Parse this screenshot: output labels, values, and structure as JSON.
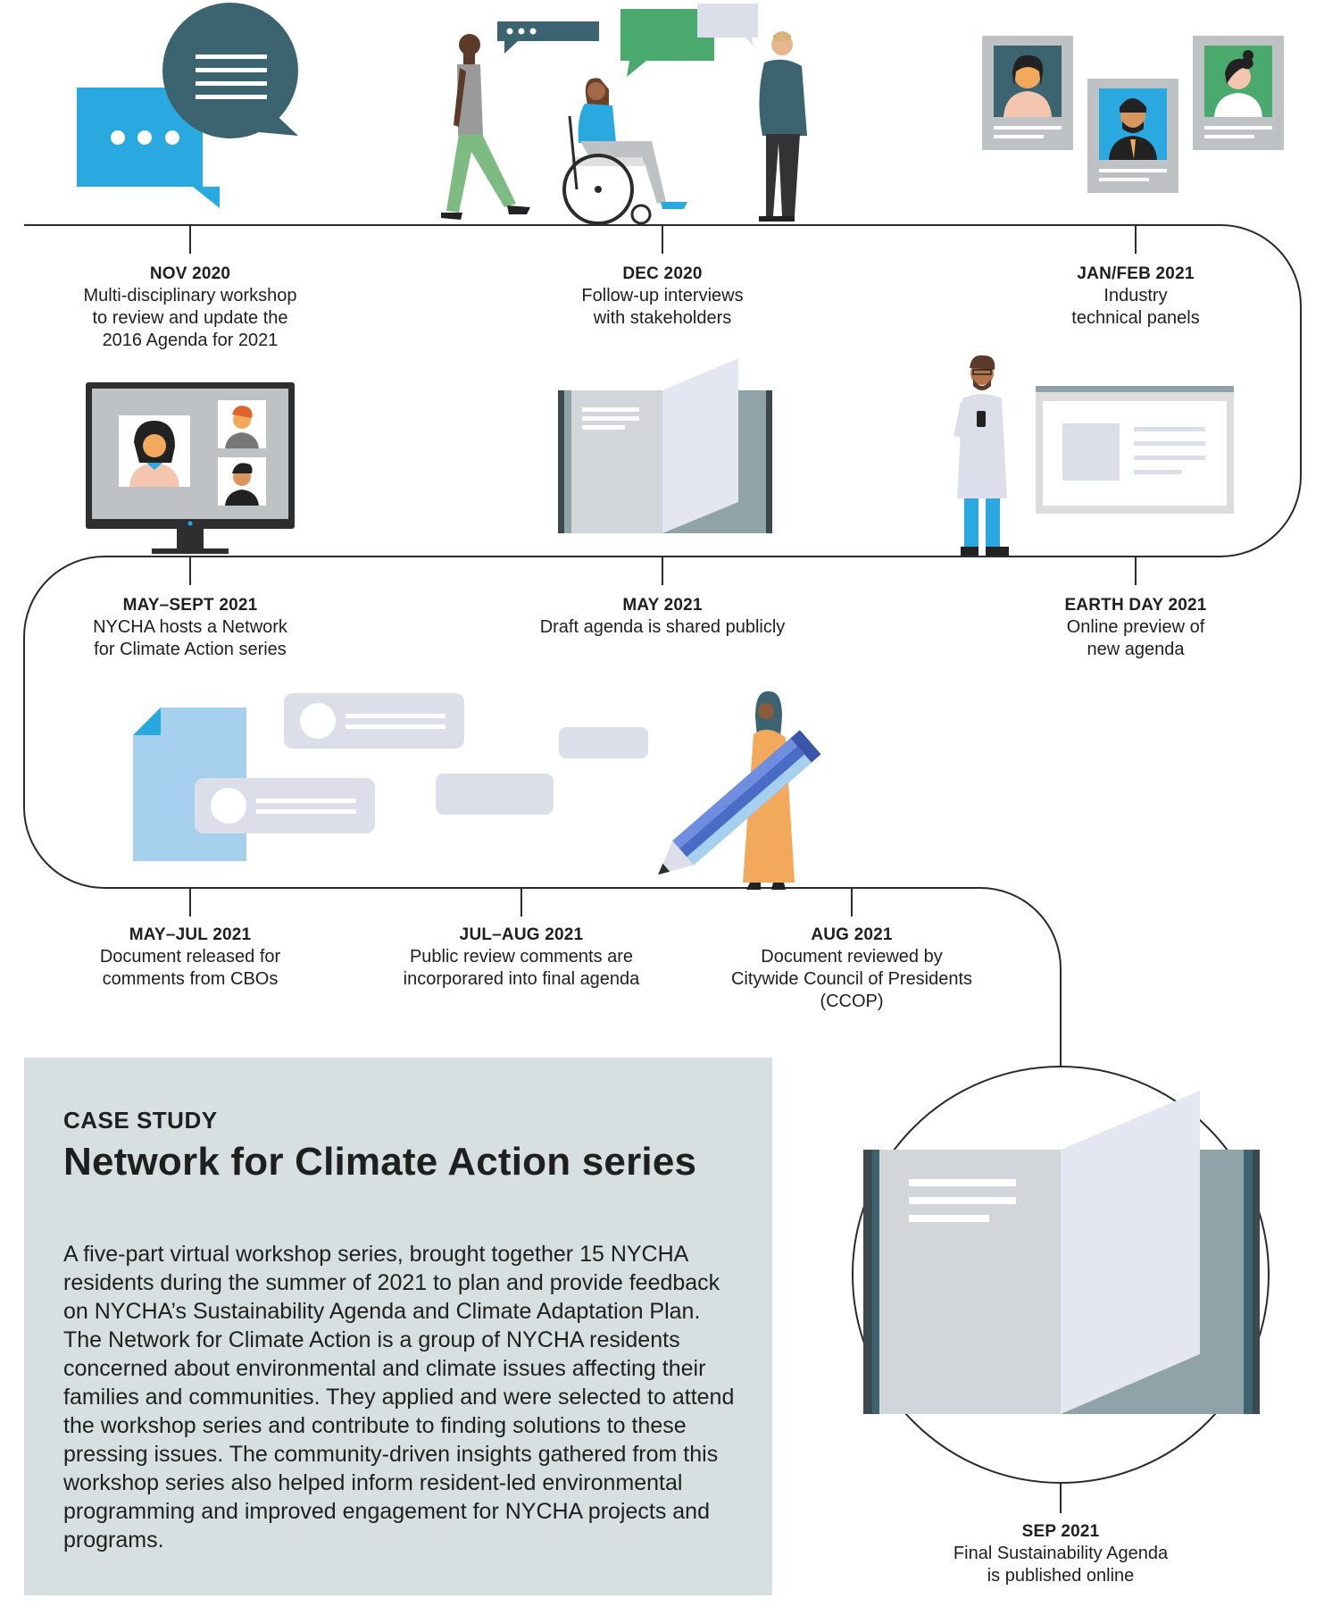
{
  "milestones": [
    {
      "id": "nov-2020",
      "date": "NOV 2020",
      "text": "Multi-disciplinary workshop\nto review and update the\n2016 Agenda for 2021"
    },
    {
      "id": "dec-2020",
      "date": "DEC 2020",
      "text": "Follow-up interviews\nwith stakeholders"
    },
    {
      "id": "jan-feb-2021",
      "date": "JAN/FEB 2021",
      "text": "Industry\ntechnical panels"
    },
    {
      "id": "may-sept-2021",
      "date": "MAY–SEPT 2021",
      "text": "NYCHA hosts a Network\nfor Climate Action series"
    },
    {
      "id": "may-2021",
      "date": "MAY 2021",
      "text": "Draft agenda is shared publicly"
    },
    {
      "id": "earth-day-2021",
      "date": "EARTH DAY 2021",
      "text": "Online preview of\nnew agenda"
    },
    {
      "id": "may-jul-2021",
      "date": "MAY–JUL 2021",
      "text": "Document released for\ncomments from CBOs"
    },
    {
      "id": "jul-aug-2021",
      "date": "JUL–AUG 2021",
      "text": "Public review comments are\nincorporared into final agenda"
    },
    {
      "id": "aug-2021",
      "date": "AUG 2021",
      "text": "Document reviewed by\nCitywide Council of Presidents\n(CCOP)"
    },
    {
      "id": "sep-2021",
      "date": "SEP 2021",
      "text": "Final Sustainability Agenda\nis published online"
    }
  ],
  "case_study": {
    "label": "CASE STUDY",
    "title": "Network for Climate Action series",
    "body": "A five-part virtual workshop series, brought together 15 NYCHA residents during the summer of 2021 to plan and provide feedback on NYCHA’s Sustainability Agenda and Climate Adaptation Plan. The Network for Climate Action is a group of NYCHA residents concerned about environmental and climate issues affecting their families and communities. They applied and were selected to attend the workshop series and contribute to finding solutions to these pressing issues. The community-driven insights gathered from this workshop series also helped inform resident-led environmental programming and improved engagement for NYCHA projects and programs."
  },
  "colors": {
    "line": "#2b2b2b",
    "teal_dark": "#3c6470",
    "blue": "#2aa9e1",
    "green": "#4aaa6e",
    "gray_light": "#dcdfea",
    "gray_mid": "#bfc2c4",
    "blue_light": "#a7cfee",
    "orange": "#f2a95c"
  },
  "icons": [
    "speech-bubbles-icon",
    "people-conversation-icon",
    "profile-cards-icon",
    "video-call-monitor-icon",
    "open-book-icon",
    "scientist-icon",
    "web-page-icon",
    "document-icon",
    "comment-cards-icon",
    "woman-with-pencil-icon",
    "final-book-icon"
  ]
}
